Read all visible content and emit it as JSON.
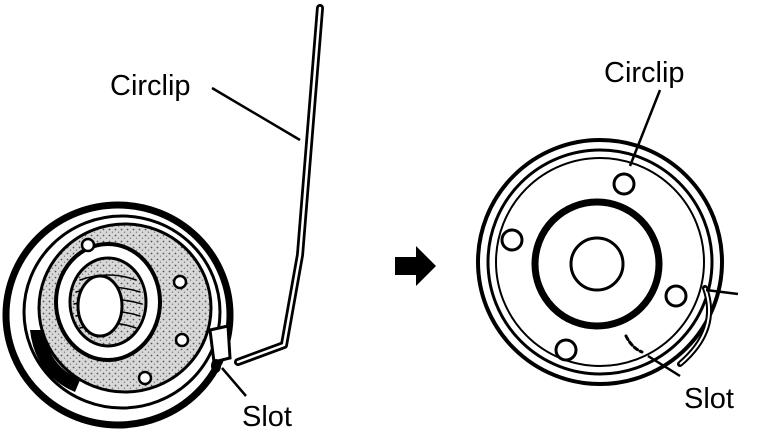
{
  "left_figure": {
    "label_circlip": "Circlip",
    "label_slot": "Slot"
  },
  "right_figure": {
    "label_circlip": "Circlip",
    "label_slot": "Slot"
  },
  "colors": {
    "ink": "#000000",
    "paper": "#ffffff",
    "shade": "#9a9a9a"
  },
  "icons": {
    "transition": "arrow-right-icon"
  }
}
